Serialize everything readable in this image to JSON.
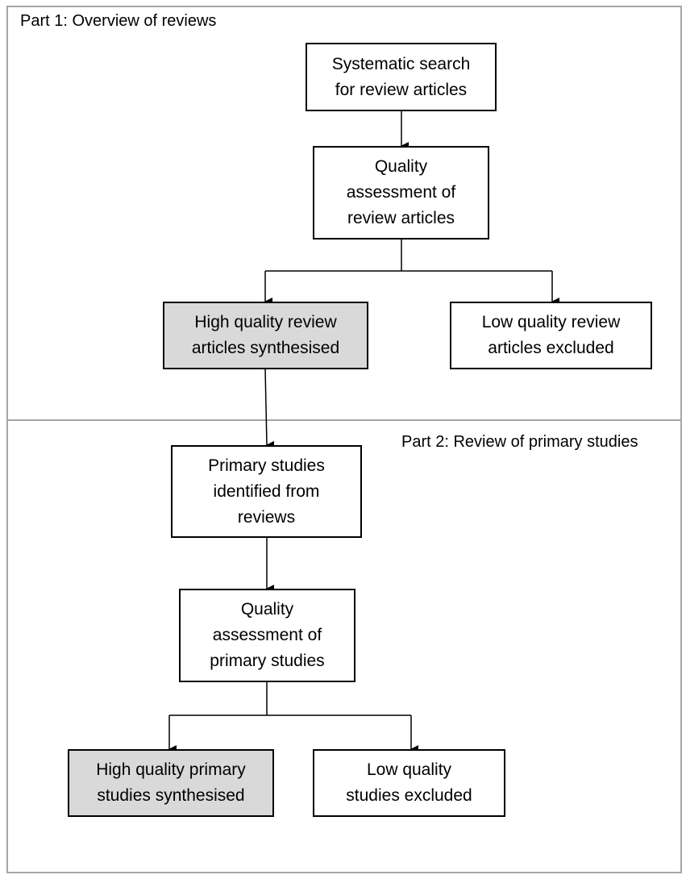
{
  "parts": {
    "part1_label": "Part 1: Overview of reviews",
    "part2_label": "Part 2: Review of primary studies"
  },
  "boxes": {
    "systematic_search": "Systematic search\nfor review articles",
    "quality_assessment_reviews": "Quality\nassessment of\nreview articles",
    "high_quality_reviews": "High quality review\narticles synthesised",
    "low_quality_reviews": "Low quality review\narticles excluded",
    "primary_studies_identified": "Primary studies\nidentified from\nreviews",
    "quality_assessment_primary": "Quality\nassessment of\nprimary studies",
    "high_quality_primary": "High quality primary\nstudies synthesised",
    "low_quality_primary": "Low quality\nstudies excluded"
  },
  "colors": {
    "panel_border": "#a6a6a6",
    "shaded_box": "#d9d9d9"
  }
}
